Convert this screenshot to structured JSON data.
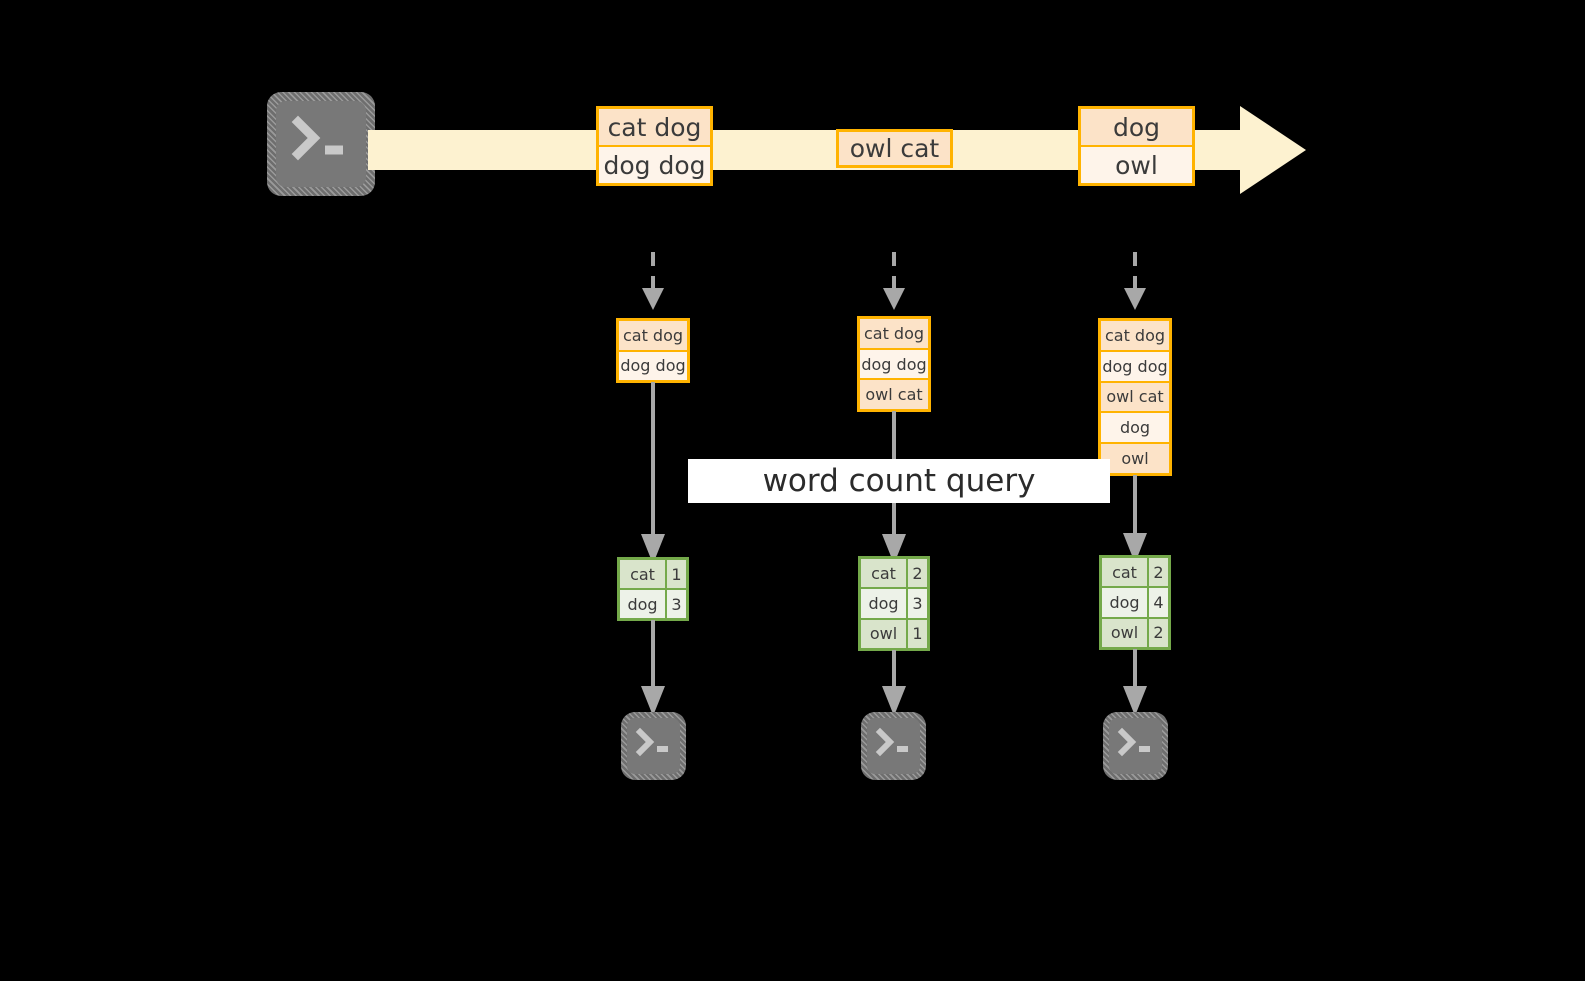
{
  "diagram": {
    "title_label": "word count query",
    "colors": {
      "background": "#000000",
      "stream_fill": "#FDF2D0",
      "message_border": "#FFB300",
      "message_fill_dark": "#FCE3C8",
      "message_fill_light": "#FEF4EA",
      "table_border": "#74A94A",
      "table_fill_dark": "#D9E4CB",
      "table_fill_light": "#EDF2E8",
      "connector": "#A8A8A8",
      "terminal_fill": "#787878",
      "label_band": "#FFFFFF"
    },
    "producer": {
      "icon": "terminal-icon",
      "prompt_glyph": ">_"
    },
    "stream": {
      "icon": "right-arrow-stream",
      "messages": [
        {
          "rows": [
            {
              "text": "cat dog",
              "shade": "dark"
            },
            {
              "text": "dog dog",
              "shade": "light"
            }
          ]
        },
        {
          "rows": [
            {
              "text": "owl cat",
              "shade": "dark"
            }
          ]
        },
        {
          "rows": [
            {
              "text": "dog",
              "shade": "dark"
            },
            {
              "text": "owl",
              "shade": "light"
            }
          ]
        }
      ]
    },
    "snapshots": [
      {
        "name": "snapshot-1",
        "inbound_connector": "dashed-down-arrow",
        "accumulated": [
          {
            "text": "cat dog",
            "shade": "dark"
          },
          {
            "text": "dog dog",
            "shade": "light"
          }
        ],
        "result": {
          "rows": [
            {
              "word": "cat",
              "count": "1",
              "shade": "dark"
            },
            {
              "word": "dog",
              "count": "3",
              "shade": "light"
            }
          ]
        },
        "consumer": {
          "icon": "terminal-icon",
          "prompt_glyph": ">_"
        }
      },
      {
        "name": "snapshot-2",
        "inbound_connector": "dashed-down-arrow",
        "accumulated": [
          {
            "text": "cat dog",
            "shade": "dark"
          },
          {
            "text": "dog dog",
            "shade": "light"
          },
          {
            "text": "owl cat",
            "shade": "dark"
          }
        ],
        "result": {
          "rows": [
            {
              "word": "cat",
              "count": "2",
              "shade": "dark"
            },
            {
              "word": "dog",
              "count": "3",
              "shade": "light"
            },
            {
              "word": "owl",
              "count": "1",
              "shade": "dark"
            }
          ]
        },
        "consumer": {
          "icon": "terminal-icon",
          "prompt_glyph": ">_"
        }
      },
      {
        "name": "snapshot-3",
        "inbound_connector": "dashed-down-arrow",
        "accumulated": [
          {
            "text": "cat dog",
            "shade": "dark"
          },
          {
            "text": "dog dog",
            "shade": "light"
          },
          {
            "text": "owl cat",
            "shade": "dark"
          },
          {
            "text": "dog",
            "shade": "light"
          },
          {
            "text": "owl",
            "shade": "dark"
          }
        ],
        "result": {
          "rows": [
            {
              "word": "cat",
              "count": "2",
              "shade": "dark"
            },
            {
              "word": "dog",
              "count": "4",
              "shade": "light"
            },
            {
              "word": "owl",
              "count": "2",
              "shade": "dark"
            }
          ]
        },
        "consumer": {
          "icon": "terminal-icon",
          "prompt_glyph": ">_"
        }
      }
    ]
  }
}
